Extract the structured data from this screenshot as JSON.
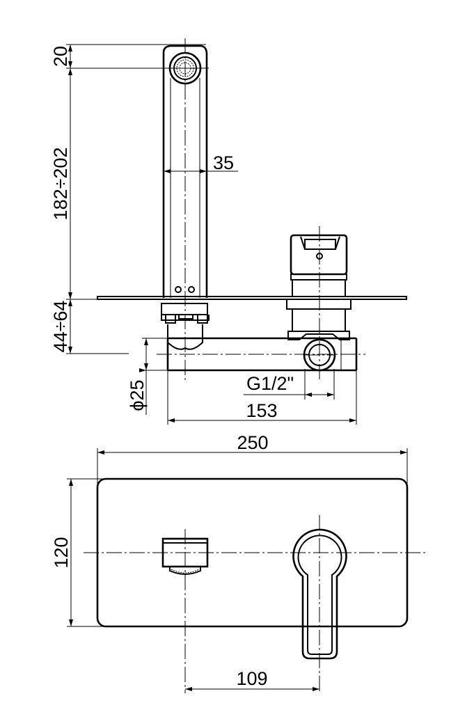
{
  "dimensions": {
    "aerator_offset": "20",
    "spout_height": "182÷202",
    "spout_width": "35",
    "wall_depth": "44÷64",
    "pipe_diameter": "ϕ25",
    "thread": "G1/2\"",
    "body_length": "153",
    "plate_width": "250",
    "plate_height": "120",
    "spout_to_handle": "109"
  }
}
